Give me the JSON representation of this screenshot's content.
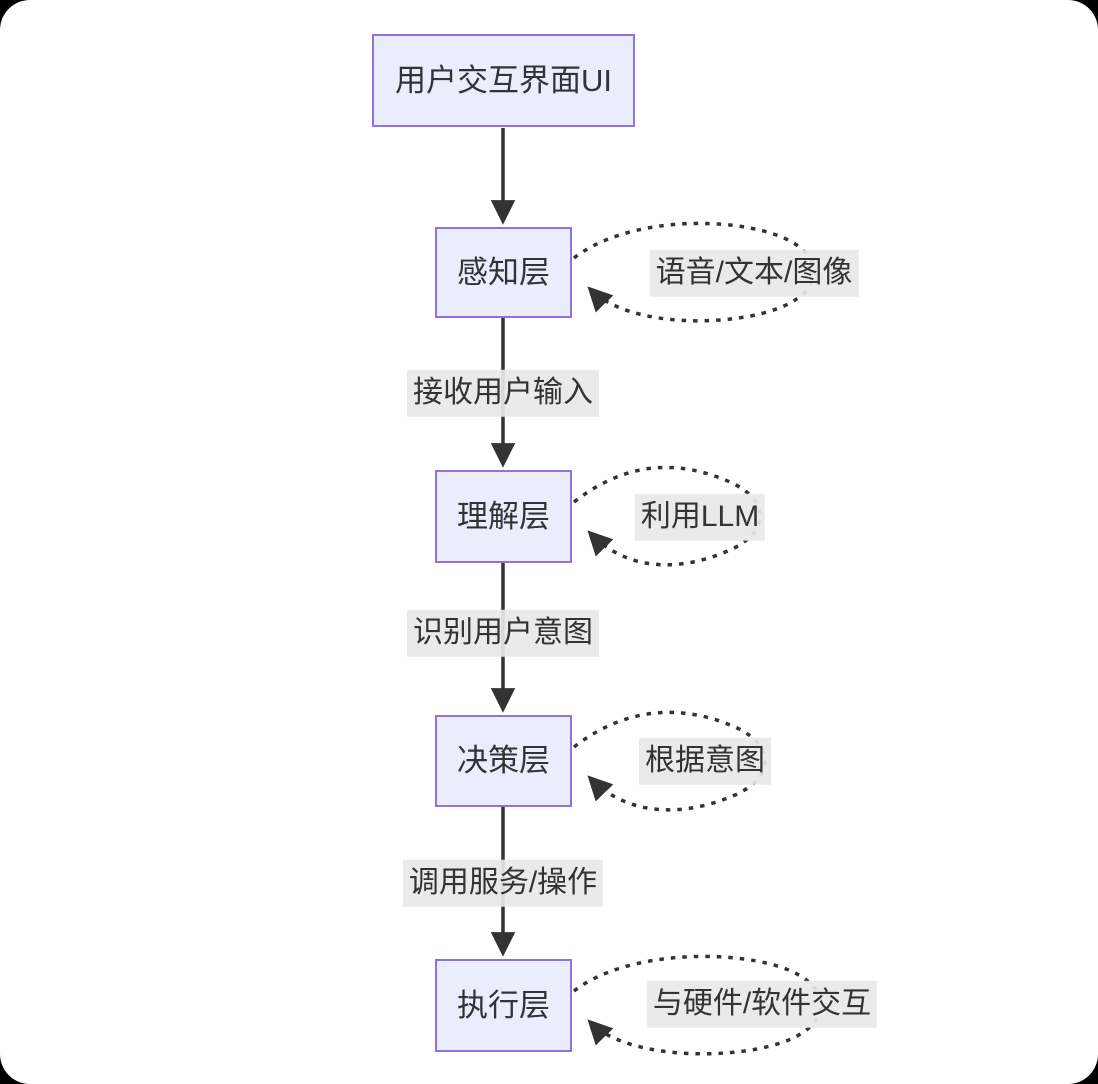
{
  "page": {
    "surface_color": "#ffffff",
    "outside_color": "#000000"
  },
  "theme": {
    "node_fill": "#ececff",
    "node_border": "#9370db",
    "text_color": "#333333",
    "line_color": "#333333",
    "edge_label_bg": "#e8e8e8"
  },
  "flowchart": {
    "direction": "top-down",
    "nodes": {
      "ui": {
        "label": "用户交互界面UI"
      },
      "perception": {
        "label": "感知层"
      },
      "understanding": {
        "label": "理解层"
      },
      "decision": {
        "label": "决策层"
      },
      "execution": {
        "label": "执行层"
      }
    },
    "edge_labels": {
      "perception_to_understanding": "接收用户输入",
      "understanding_to_decision": "识别用户意图",
      "decision_to_execution": "调用服务/操作"
    },
    "self_loop_labels": {
      "perception": "语音/文本/图像",
      "understanding": "利用LLM",
      "decision": "根据意图",
      "execution": "与硬件/软件交互"
    }
  }
}
